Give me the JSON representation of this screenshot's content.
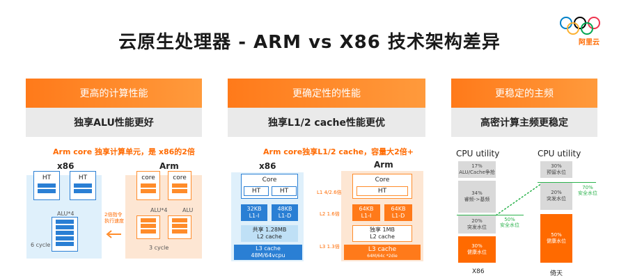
{
  "title": "云原生处理器 - ARM vs X86 技术架构差异",
  "logo_text": "阿里云",
  "col1": {
    "header": "更高的计算性能",
    "subheader": "独享ALU性能更好",
    "caption": "Arm core 独享计算单元，是 x86的2倍",
    "x86_label": "x86",
    "arm_label": "Arm",
    "ht1": "HT",
    "ht2": "HT",
    "alu_x86": "ALU*4",
    "cycle6": "6 cycle",
    "core1": "core",
    "core2": "core",
    "alu_arm1": "ALU*4",
    "alu_arm2": "ALU",
    "cycle3": "3 cycle",
    "note": "2倍指令\n执行速度"
  },
  "col2": {
    "header": "更确定性的性能",
    "subheader": "独享L1/2 cache性能更优",
    "caption": "Arm core独享L1/2 cache，容量大2倍+",
    "x86_label": "x86",
    "arm_label": "Arm",
    "x86_core": "Core",
    "x86_ht1": "HT",
    "x86_ht2": "HT",
    "x86_l1a": "32KB\nL1-I",
    "x86_l1b": "48KB\nL1-D",
    "x86_l2": "共享 1.28MB\nL2 cache",
    "x86_l3": "L3 cache\n48M/64vcpu",
    "arm_core": "Core",
    "arm_ht": "HT",
    "arm_l1a": "64KB\nL1-I",
    "arm_l1b": "64KB\nL1-D",
    "arm_l2": "独享 1MB\nL2 cache",
    "arm_l3": "L3 cache",
    "arm_l3_sub": "64M/64c *2die",
    "ratio1": "L1 4/2.6倍",
    "ratio2": "L2 1.6倍",
    "ratio3": "L3 1.3倍"
  },
  "col3": {
    "header": "更稳定的主频",
    "subheader": "高密计算主频更稳定",
    "x86_util": "CPU utility",
    "arm_util": "CPU utility",
    "x86_b1": "17%\nALU/Cache争抢",
    "x86_b2": "34%\n睿频->基频",
    "x86_b3": "20%\n突发水位",
    "x86_b4": "30%\n健康水位",
    "x86_safe": "50%\n安全水位",
    "arm_b1": "30%\n预留水位",
    "arm_b2": "20%\n突发水位",
    "arm_b3": "50%\n健康水位",
    "arm_safe": "70%\n安全水位",
    "x86_name": "X86",
    "arm_name": "倚天"
  }
}
